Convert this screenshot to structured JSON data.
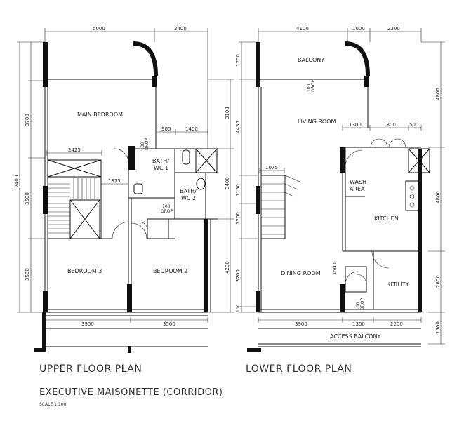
{
  "upper_plan": {
    "title": "UPPER FLOOR PLAN",
    "subtitle": "EXECUTIVE MAISONETTE (CORRIDOR)",
    "scale": "SCALE  1:100",
    "rooms": {
      "main_bedroom": "MAIN BEDROOM",
      "bath_wc1_a": "BATH/",
      "bath_wc1_b": "WC 1",
      "bath_wc2_a": "BATH/",
      "bath_wc2_b": "WC 2",
      "bedroom3": "BEDROOM 3",
      "bedroom2": "BEDROOM 2"
    },
    "drops": {
      "drop1_num": "100",
      "drop1_txt": "DROP",
      "drop2_num": "100",
      "drop2_txt": "DROP"
    },
    "dims": {
      "top1": "5000",
      "top2": "2400",
      "inner1": "900",
      "inner2": "1400",
      "stair_w": "2425",
      "stair_gap": "1375",
      "bottom1": "3900",
      "bottom2": "3500",
      "left_total": "12400",
      "left1": "3700",
      "left2": "3500",
      "left3": "3500",
      "right1": "3100",
      "right2": "3400",
      "right3": "4200"
    }
  },
  "lower_plan": {
    "title": "LOWER FLOOR PLAN",
    "rooms": {
      "balcony": "BALCONY",
      "living_room": "LIVING ROOM",
      "wash_area_a": "WASH",
      "wash_area_b": "AREA",
      "kitchen": "KITCHEN",
      "dining_room": "DINING ROOM",
      "utility": "UTILITY",
      "access_balcony": "ACCESS BALCONY"
    },
    "drops": {
      "drop1_num": "100",
      "drop1_txt": "DROP",
      "drop2_num": "100",
      "drop2_txt": "DROP"
    },
    "dims": {
      "top1": "4100",
      "top2": "1000",
      "top3": "2300",
      "inner1": "1300",
      "inner2": "1800",
      "inner3": "500",
      "stair_w": "1075",
      "bottom1": "3900",
      "bottom2": "1300",
      "bottom3": "2200",
      "left1": "1700",
      "left2": "4450",
      "left3": "1150",
      "left4": "1200",
      "left5": "3200",
      "left6": "100",
      "mid1": "1500",
      "right1": "4800",
      "right2": "4800",
      "right3": "2800",
      "right4": "1500"
    }
  }
}
